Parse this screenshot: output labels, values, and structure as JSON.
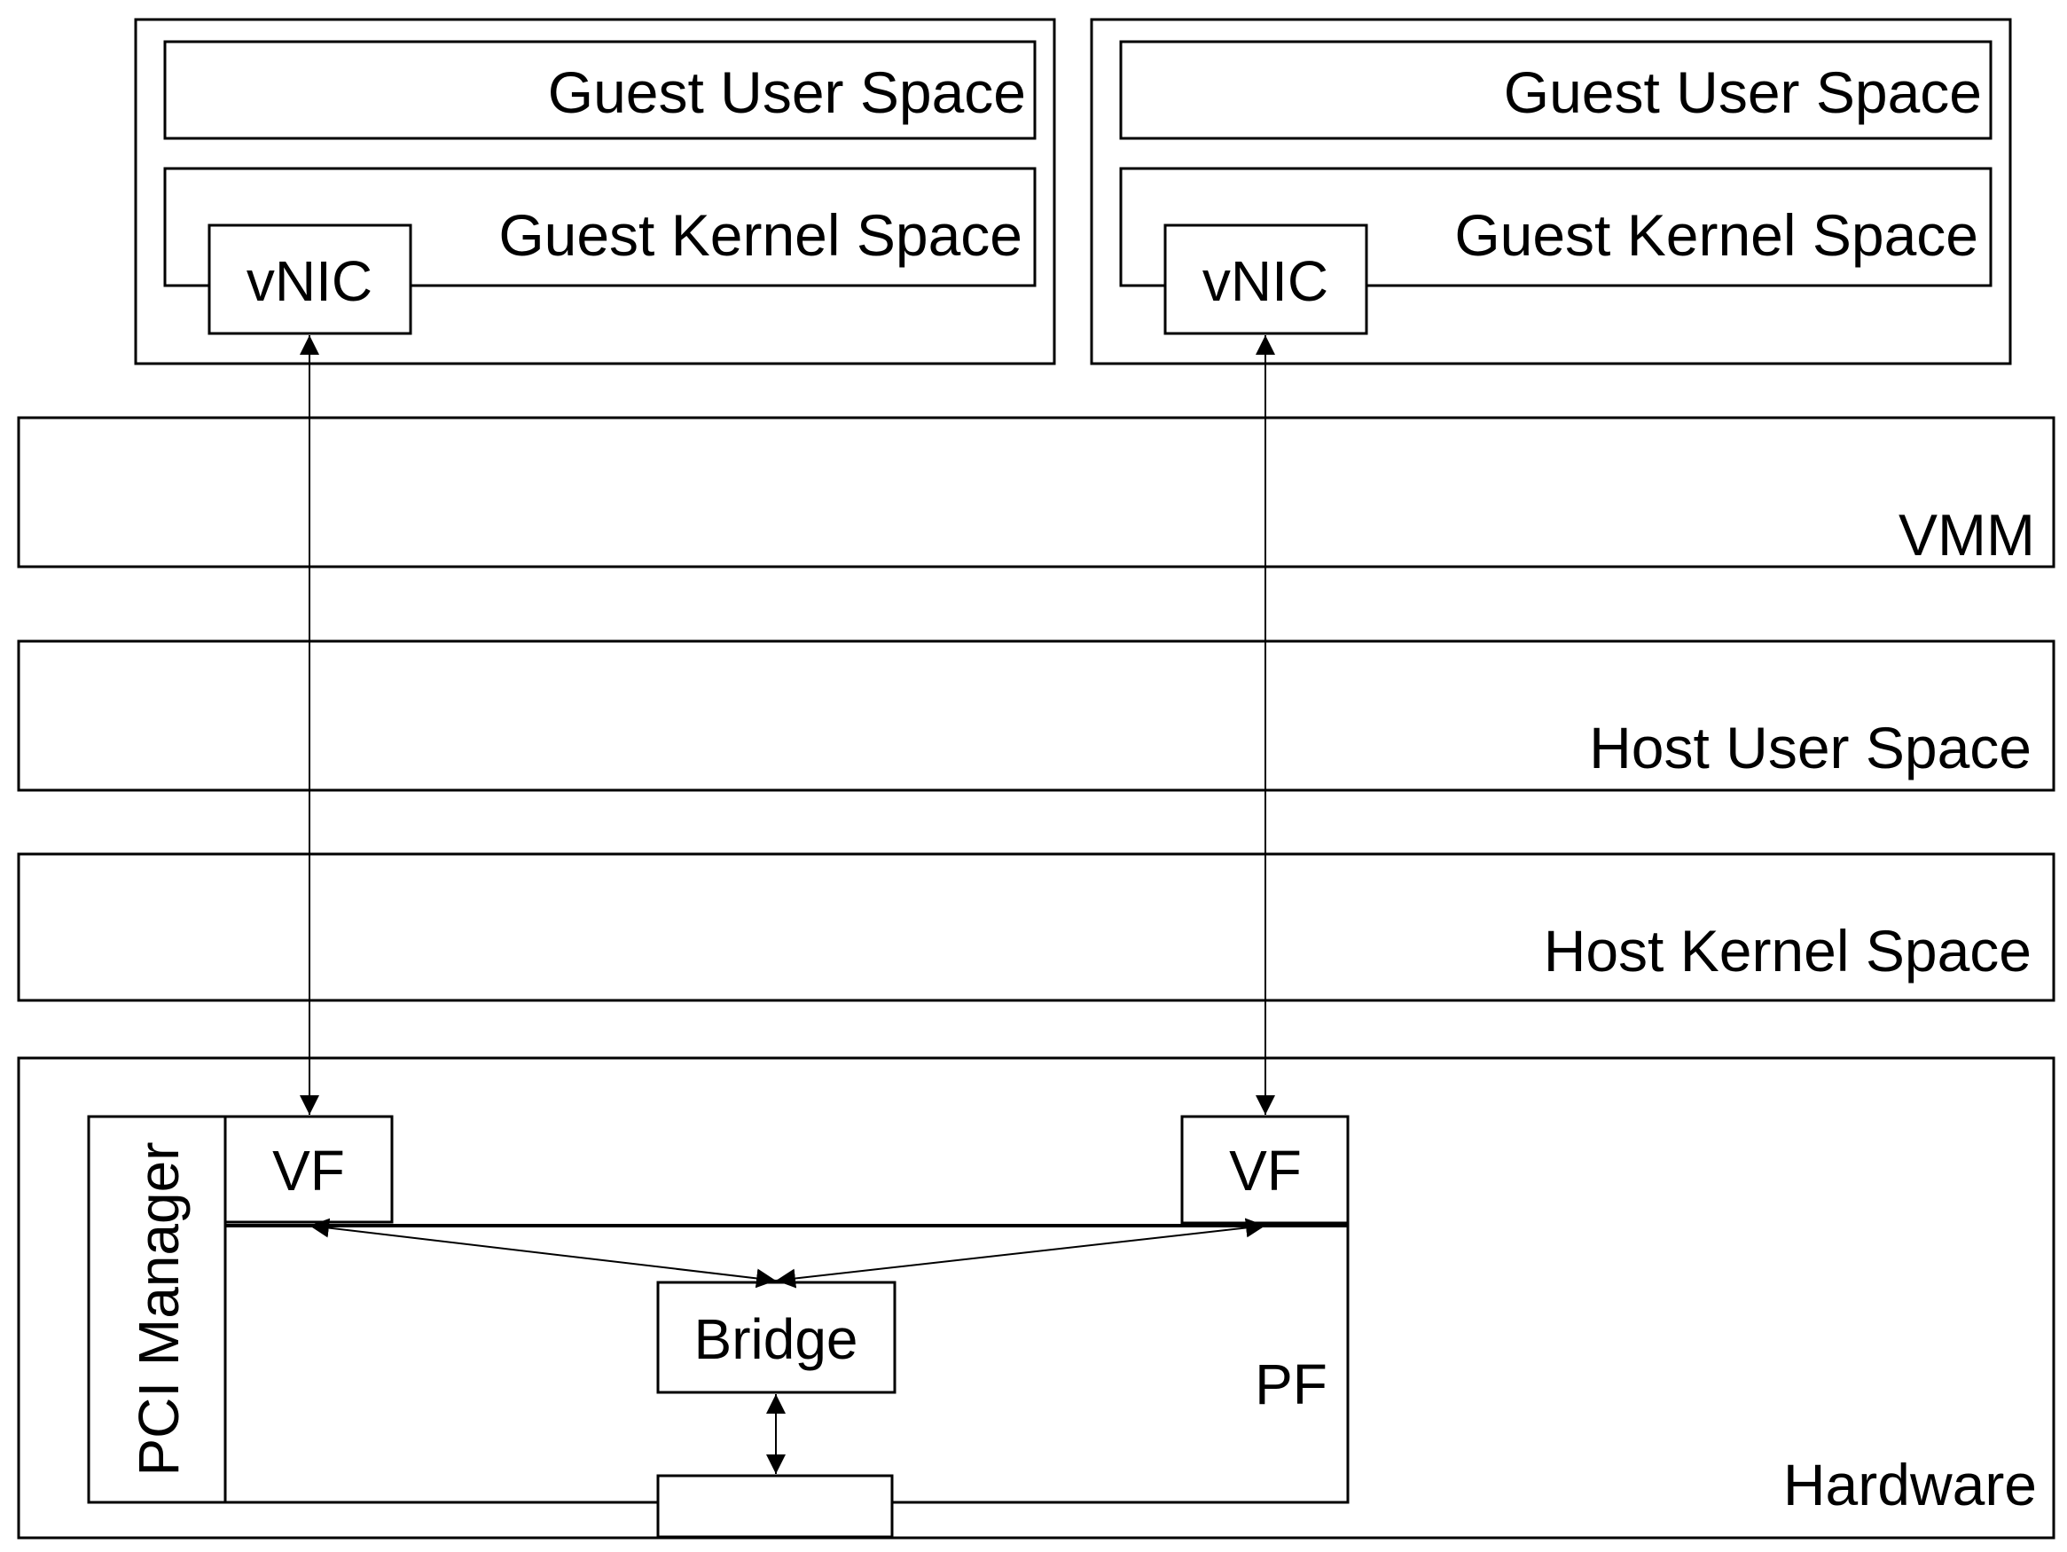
{
  "diagram": {
    "vms": [
      {
        "guest_user_space": "Guest User Space",
        "guest_kernel_space": "Guest Kernel Space",
        "vnic": "vNIC"
      },
      {
        "guest_user_space": "Guest User Space",
        "guest_kernel_space": "Guest Kernel Space",
        "vnic": "vNIC"
      }
    ],
    "layers": {
      "vmm": "VMM",
      "host_user_space": "Host User Space",
      "host_kernel_space": "Host Kernel Space",
      "hardware": "Hardware"
    },
    "hardware": {
      "pci_manager": "PCI Manager",
      "vf_left": "VF",
      "vf_right": "VF",
      "bridge": "Bridge",
      "pf": "PF"
    }
  }
}
